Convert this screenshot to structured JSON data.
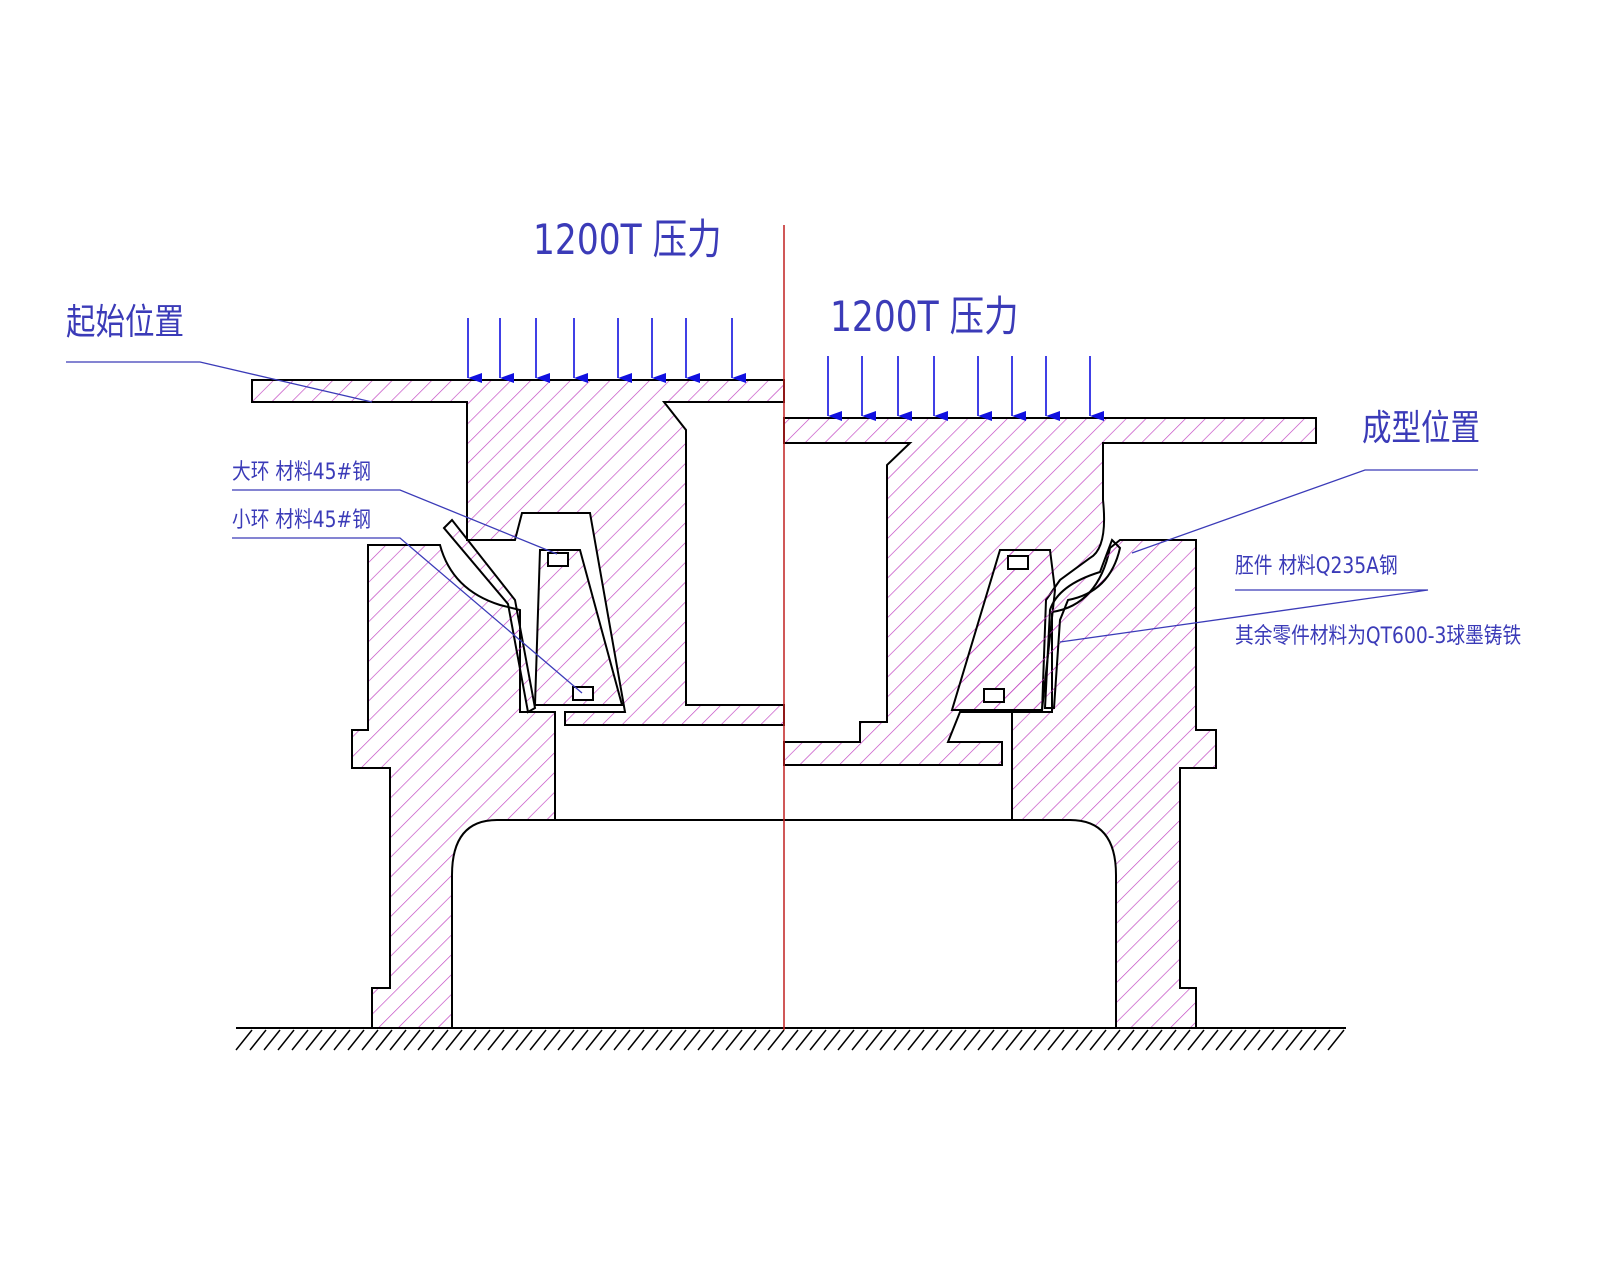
{
  "labels": {
    "force_left": "1200T  压力",
    "force_right": "1200T  压力",
    "start_position": "起始位置",
    "formed_position": "成型位置",
    "big_ring": "大环  材料45#钢",
    "small_ring": "小环  材料45#钢",
    "blank": "胚件  材料Q235A钢",
    "other_parts": "其余零件材料为QT600-3球墨铸铁"
  },
  "colors": {
    "outline": "#000000",
    "hatch": "#c040c0",
    "text": "#3b3bb8",
    "arrow": "#1010e0",
    "centerline": "#c02020"
  }
}
